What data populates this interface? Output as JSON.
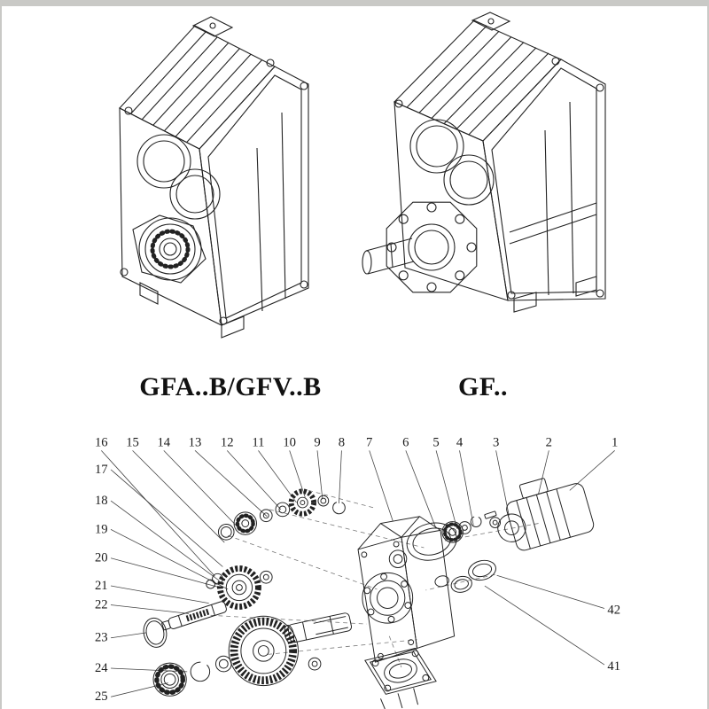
{
  "figures": {
    "left_label": "GFA..B/GFV..B",
    "right_label": "GF.."
  },
  "exploded": {
    "callouts_top": [
      "16",
      "15",
      "14",
      "13",
      "12",
      "11",
      "10",
      "9",
      "8",
      "7",
      "6",
      "5",
      "4",
      "3",
      "2",
      "1"
    ],
    "callouts_left": [
      "17",
      "18",
      "19",
      "20",
      "21",
      "22",
      "23",
      "24",
      "25"
    ],
    "callouts_right": [
      "42",
      "41"
    ]
  },
  "colors": {
    "ink": "#222222",
    "paper": "#ffffff"
  }
}
